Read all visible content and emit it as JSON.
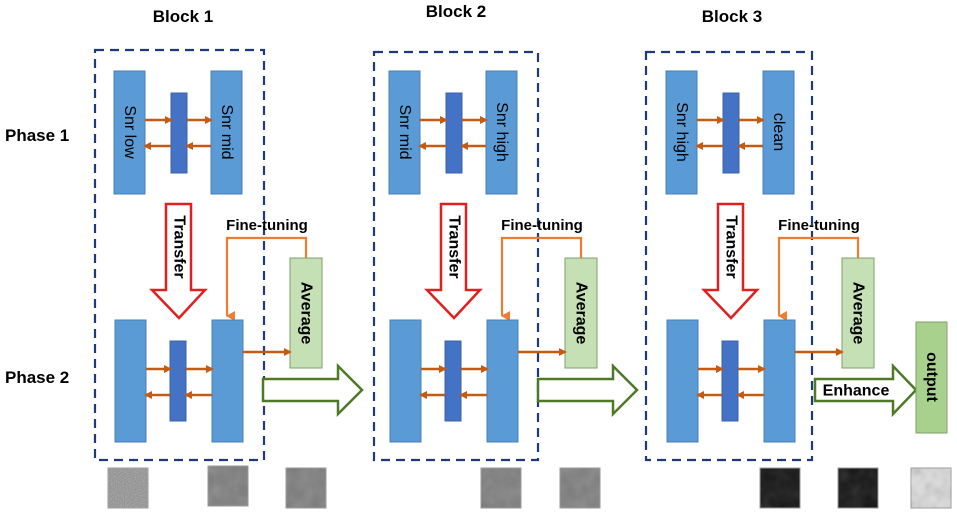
{
  "colors": {
    "dashed_box": "#1f3a78",
    "block_fill": "#5b9bd5",
    "block_stroke": "#4a7fb8",
    "middle_fill": "#4472c4",
    "arrow_orange": "#c55a11",
    "finetune_line": "#ed7d31",
    "transfer_red": "#e02020",
    "green_stroke": "#4e7a27",
    "average_fill": "#c5e0b4",
    "output_fill": "#a9d18e"
  },
  "phases": [
    "Phase 1",
    "Phase 2"
  ],
  "blocks": [
    {
      "title": "Block 1",
      "left_label": "Snr low",
      "right_label": "Snr mid",
      "transfer_label": "Transfer",
      "finetune_label": "Fine-tuning",
      "average_label": "Average"
    },
    {
      "title": "Block 2",
      "left_label": "Snr mid",
      "right_label": "Snr high",
      "transfer_label": "Transfer",
      "finetune_label": "Fine-tuning",
      "average_label": "Average"
    },
    {
      "title": "Block 3",
      "left_label": "Snr high",
      "right_label": "clean",
      "transfer_label": "Transfer",
      "finetune_label": "Fine-tuning",
      "average_label": "Average"
    }
  ],
  "enhance_label": "Enhance",
  "output_label": "output",
  "thumbnails": [
    {
      "name": "noisy-input",
      "tone": "noise-gray"
    },
    {
      "name": "block1-output",
      "tone": "mid-gray"
    },
    {
      "name": "block1-average",
      "tone": "mid-gray"
    },
    {
      "name": "block2-output",
      "tone": "mid-gray"
    },
    {
      "name": "block2-average",
      "tone": "mid-gray"
    },
    {
      "name": "block3-output",
      "tone": "dark"
    },
    {
      "name": "block3-average",
      "tone": "dark"
    },
    {
      "name": "enhanced-output",
      "tone": "bright"
    }
  ]
}
